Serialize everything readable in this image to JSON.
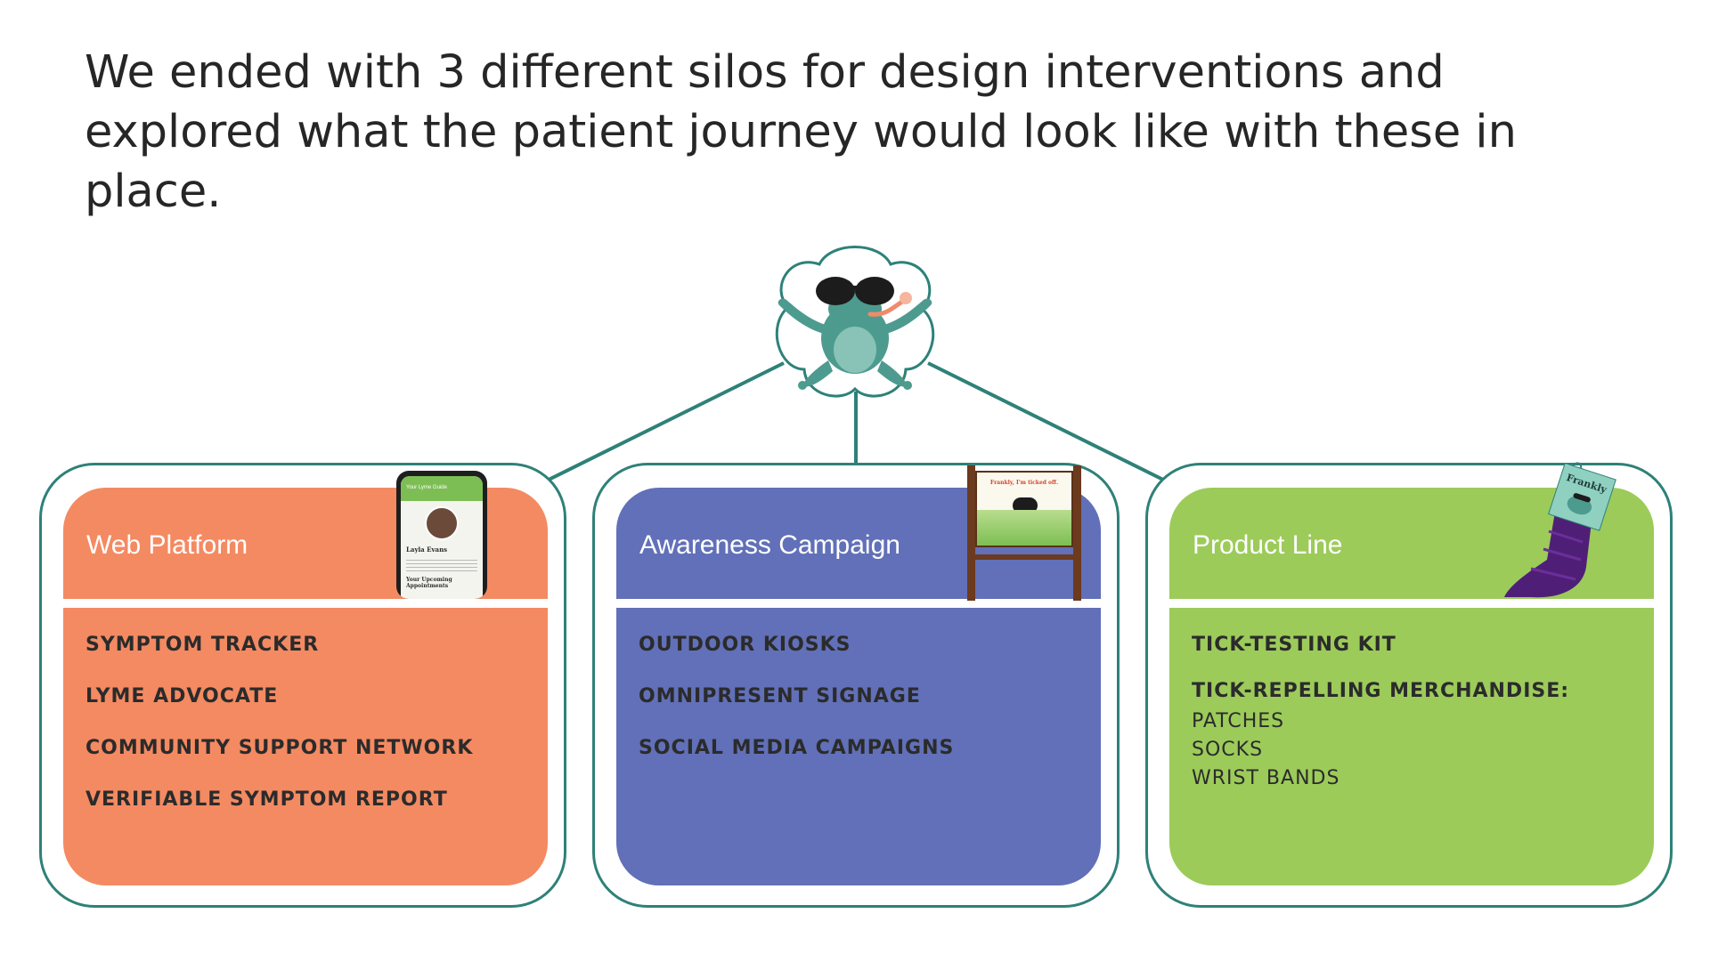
{
  "heading": "We ended with 3 different silos for design interventions and explored what the patient journey would look like with these in place.",
  "colors": {
    "web": "#f48a62",
    "awareness": "#6170b8",
    "product": "#9ccb5a",
    "outline": "#2e8178"
  },
  "mascot": {
    "icon": "frog-sunglasses-icon"
  },
  "silos": [
    {
      "title": "Web Platform",
      "illustration": "phone-app-icon",
      "phone": {
        "header": "Your Lyme Guide",
        "name": "Layla Evans",
        "section": "Your Upcoming Appointments"
      },
      "items": [
        "SYMPTOM TRACKER",
        "LYME ADVOCATE",
        "COMMUNITY SUPPORT NETWORK",
        "VERIFIABLE SYMPTOM REPORT"
      ]
    },
    {
      "title": "Awareness Campaign",
      "illustration": "signpost-icon",
      "sign": {
        "headline": "Frankly, I'm ticked off."
      },
      "items": [
        "OUTDOOR KIOSKS",
        "OMNIPRESENT SIGNAGE",
        "SOCIAL MEDIA CAMPAIGNS"
      ]
    },
    {
      "title": "Product Line",
      "illustration": "sock-tag-icon",
      "tag": {
        "brand": "Frankly"
      },
      "items": [
        "TICK-TESTING KIT"
      ],
      "group_heading": "TICK-REPELLING MERCHANDISE:",
      "group_items": [
        "PATCHES",
        "SOCKS",
        "WRIST BANDS"
      ]
    }
  ]
}
